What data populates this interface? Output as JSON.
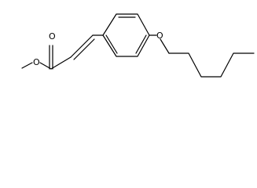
{
  "structure": {
    "atoms": {
      "carbonyl_oxygen": "O",
      "ester_oxygen": "O",
      "ether_oxygen": "O"
    },
    "bond_color": "#000000",
    "background_color": "#ffffff"
  }
}
